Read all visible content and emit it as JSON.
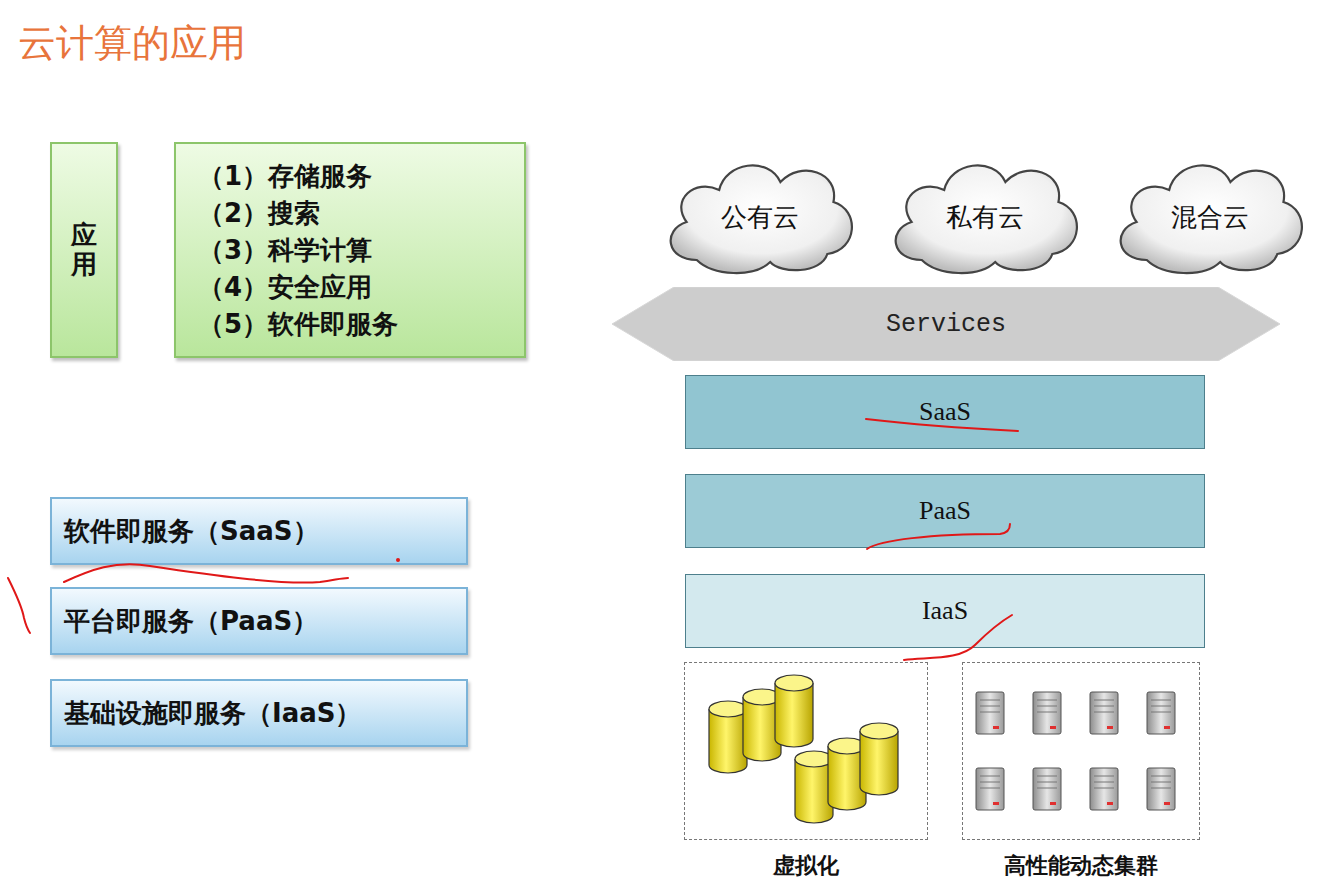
{
  "diagram": {
    "title": "云计算的应用",
    "nodes": [
      {
        "text": [
          "应用"
        ]
      },
      {
        "text": [
          "（1）存储服务",
          "（2）搜索",
          "（3）科学计算",
          "（4）安全应用",
          "（5）软件即服务"
        ]
      },
      {
        "text": [
          "软件即服务（SaaS）"
        ]
      },
      {
        "text": [
          "平台即服务（PaaS）"
        ]
      },
      {
        "text": [
          "基础设施即服务（IaaS）"
        ]
      },
      {
        "text": [
          "公有云"
        ]
      },
      {
        "text": [
          "私有云"
        ]
      },
      {
        "text": [
          "混合云"
        ]
      },
      {
        "text": [
          "Services"
        ]
      },
      {
        "text": [
          "SaaS"
        ]
      },
      {
        "text": [
          "PaaS"
        ]
      },
      {
        "text": [
          "IaaS"
        ]
      },
      {
        "text": [
          "虚拟化"
        ]
      },
      {
        "text": [
          "高性能动态集群"
        ]
      }
    ]
  }
}
